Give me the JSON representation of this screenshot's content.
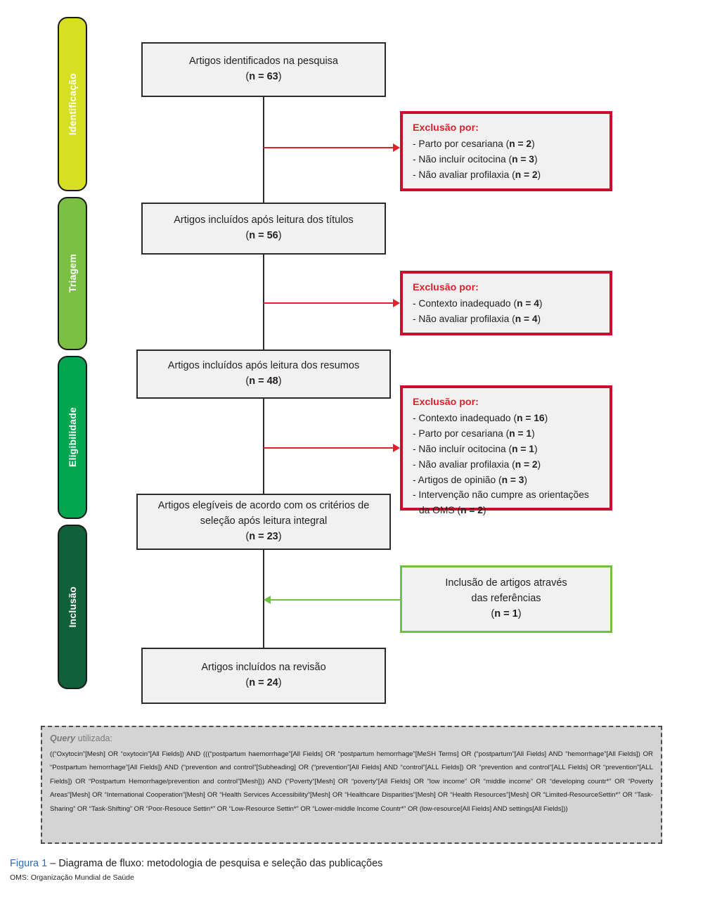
{
  "stages": [
    {
      "id": "identificacao",
      "label": "Identificação",
      "color": "#d7df23"
    },
    {
      "id": "triagem",
      "label": "Triagem",
      "color": "#7bc043"
    },
    {
      "id": "eligibilidade",
      "label": "Eligibilidade",
      "color": "#00a650"
    },
    {
      "id": "inclusao",
      "label": "Inclusão",
      "color": "#11603a"
    }
  ],
  "flow": {
    "identificados": {
      "line1": "Artigos identificados na pesquisa",
      "n_open": "(",
      "n": "n = 63",
      "n_close": ")"
    },
    "titulos": {
      "line1": "Artigos incluídos após leitura dos títulos",
      "n_open": "(",
      "n": "n = 56",
      "n_close": ")"
    },
    "resumos": {
      "line1": "Artigos incluídos após leitura dos resumos",
      "n_open": "(",
      "n": "n = 48",
      "n_close": ")"
    },
    "elegiveis": {
      "line1": "Artigos elegíveis de acordo com os critérios de",
      "line2": "seleção após leitura integral",
      "n_open": "(",
      "n": "n = 23",
      "n_close": ")"
    },
    "revisao": {
      "line1": "Artigos incluídos na revisão",
      "n_open": "(",
      "n": "n = 24",
      "n_close": ")"
    }
  },
  "inclusao_referencias": {
    "line1": "Inclusão de artigos através",
    "line2": "das referências",
    "n_open": "(",
    "n": "n = 1",
    "n_close": ")"
  },
  "exclusions": [
    {
      "title": "Exclusão por:",
      "items": [
        {
          "text": "- Parto por cesariana ",
          "n": "n = 2"
        },
        {
          "text": "- Não incluír ocitocina ",
          "n": "n = 3"
        },
        {
          "text": "- Não avaliar profilaxia ",
          "n": "n = 2"
        }
      ]
    },
    {
      "title": "Exclusão por:",
      "items": [
        {
          "text": "- Contexto inadequado ",
          "n": "n = 4"
        },
        {
          "text": "- Não avaliar profilaxia ",
          "n": "n = 4"
        }
      ]
    },
    {
      "title": "Exclusão por:",
      "items": [
        {
          "text": "- Contexto inadequado ",
          "n": "n = 16"
        },
        {
          "text": "- Parto por cesariana ",
          "n": "n = 1"
        },
        {
          "text": "- Não incluír ocitocina ",
          "n": "n = 1"
        },
        {
          "text": "- Não avaliar profilaxia ",
          "n": "n = 2"
        },
        {
          "text": "- Artigos de opinião ",
          "n": "n = 3"
        },
        {
          "text": "- Intervenção não cumpre as orientações da OMS ",
          "n": "n = 2"
        }
      ]
    }
  ],
  "query": {
    "heading_italic": "Query",
    "heading_rest": " utilizada:",
    "text": "((“Oxytocin”[Mesh] OR “oxytocin”[All Fields]) AND (((“postpartum haemorrhage”[All Fields] OR “postpartum hemorrhage”[MeSH Terms] OR (“postpartum”[All Fields] AND “hemorrhage”[All Fields]) OR “Postpartum hemorrhage”[All Fields]) AND (“prevention and control”[Subheading] OR (“prevention”[All Fields] AND “control”[ALL Fields]) OR “prevention and control”[ALL Fields] OR “prevention”[ALL Fields]) OR “Postpartum Hemorrhage/prevention and control”[Mesh])) AND (“Poverty”[Mesh] OR “poverty”[All Fields] OR “low income” OR “middle income” OR “developing countr*” OR “Poverty Areas”[Mesh] OR “International Cooperation”[Mesh] OR “Health Services Accessibility”[Mesh] OR “Healthcare Disparities”[Mesh] OR “Health Resources”[Mesh] OR “Limited-ResourceSettin*” OR “Task-Sharing” OR “Task-Shifting” OR “Poor-Resouce Settin*” OR “Low-Resource Settin*” OR “Lower-middle Income Countr*” OR (low-resource[All Fields] AND settings[All Fields]))"
  },
  "caption": {
    "figure_number": "Figura 1",
    "dash_and_text": " – Diagrama de fluxo: metodologia de pesquisa e seleção das publicações",
    "footnote": "OMS: Organização Mundial de Saúde"
  },
  "colors": {
    "red": "#e0202b",
    "red_border": "#c8102e",
    "green": "#72bf44",
    "box_fill": "#f1f1f1",
    "link_blue": "#2d6cb5"
  }
}
